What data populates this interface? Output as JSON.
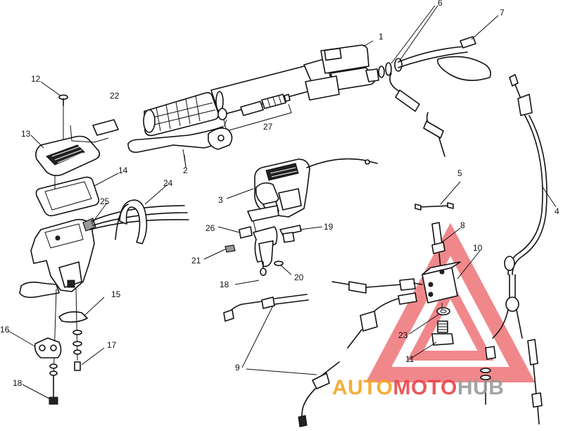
{
  "callouts": [
    {
      "id": "1",
      "text": "1"
    },
    {
      "id": "2",
      "text": "2"
    },
    {
      "id": "3",
      "text": "3"
    },
    {
      "id": "4",
      "text": "4"
    },
    {
      "id": "5",
      "text": "5"
    },
    {
      "id": "6",
      "text": "6"
    },
    {
      "id": "7",
      "text": "7"
    },
    {
      "id": "8",
      "text": "8"
    },
    {
      "id": "9",
      "text": "9"
    },
    {
      "id": "10",
      "text": "10"
    },
    {
      "id": "11",
      "text": "11"
    },
    {
      "id": "12",
      "text": "12"
    },
    {
      "id": "13",
      "text": "13"
    },
    {
      "id": "14",
      "text": "14"
    },
    {
      "id": "15",
      "text": "15"
    },
    {
      "id": "16",
      "text": "16"
    },
    {
      "id": "17",
      "text": "17"
    },
    {
      "id": "18a",
      "text": "18"
    },
    {
      "id": "18b",
      "text": "18"
    },
    {
      "id": "19",
      "text": "19"
    },
    {
      "id": "20",
      "text": "20"
    },
    {
      "id": "21",
      "text": "21"
    },
    {
      "id": "22",
      "text": "22"
    },
    {
      "id": "23",
      "text": "23"
    },
    {
      "id": "24",
      "text": "24"
    },
    {
      "id": "25",
      "text": "25"
    },
    {
      "id": "26",
      "text": "26"
    },
    {
      "id": "27",
      "text": "27"
    }
  ],
  "watermark": {
    "part1": "AUTO",
    "part2": "MOTO",
    "part3": "HUB",
    "color_orange": "#f5a623",
    "color_red": "#e8454a",
    "color_grey": "#9b9b9b"
  }
}
